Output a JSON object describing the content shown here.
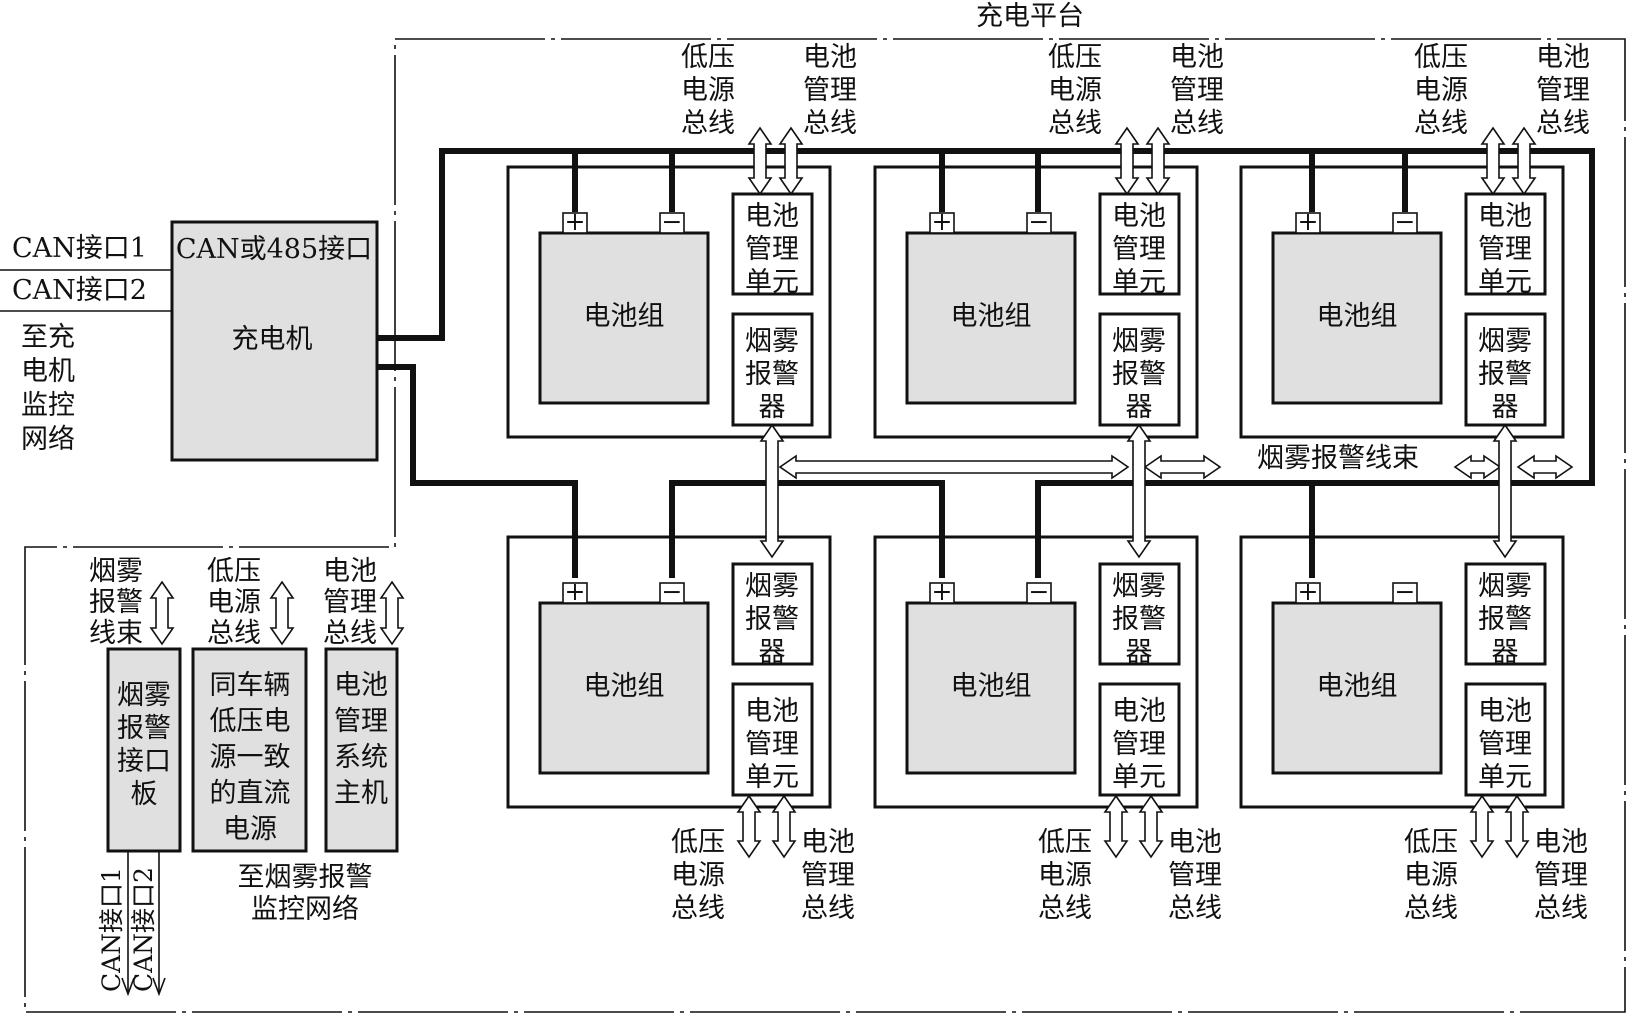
{
  "diagram": {
    "platform_title": "充电平台",
    "charger": {
      "interface_label": "CAN或485接口",
      "name": "充电机"
    },
    "left_ports": {
      "can1": "CAN接口1",
      "can2": "CAN接口2",
      "monitor_lines": [
        "至充",
        "电机",
        "监控",
        "网络"
      ]
    },
    "battery_pack": "电池组",
    "bms_unit_lines": [
      "电池",
      "管理",
      "单元"
    ],
    "smoke_alarm_lines": [
      "烟雾",
      "报警",
      "器"
    ],
    "plus_symbol": "+",
    "minus_symbol": "−",
    "bus_low_voltage_lines": [
      "低压",
      "电源",
      "总线"
    ],
    "bus_bms_lines": [
      "电池",
      "管理",
      "总线"
    ],
    "smoke_harness": "烟雾报警线束",
    "bottom_left": {
      "harness_lines": [
        "烟雾",
        "报警",
        "线束"
      ],
      "low_voltage_lines": [
        "低压",
        "电源",
        "总线"
      ],
      "bms_bus_lines": [
        "电池",
        "管理",
        "总线"
      ],
      "smoke_board_lines": [
        "烟雾",
        "报警",
        "接口",
        "板"
      ],
      "dc_source_lines": [
        "同车辆",
        "低压电",
        "源一致",
        "的直流",
        "电源"
      ],
      "bms_host_lines": [
        "电池",
        "管理",
        "系统",
        "主机"
      ],
      "to_smoke_network_lines": [
        "至烟雾报警",
        "监控网络"
      ],
      "can_out_1": "CAN接口1",
      "can_out_2": "CAN接口2"
    }
  }
}
